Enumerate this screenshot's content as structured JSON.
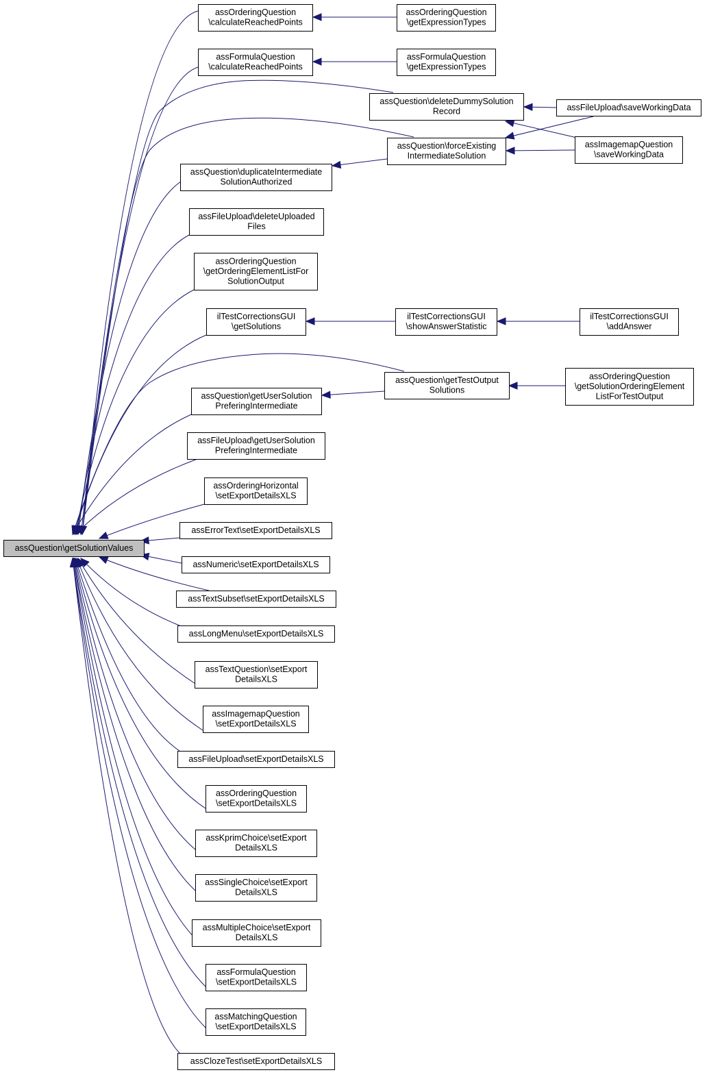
{
  "graph": {
    "root": "n0",
    "nodes": [
      {
        "id": "n0",
        "lines": [
          "assQuestion\\getSolutionValues"
        ],
        "highlighted": true
      },
      {
        "id": "n1",
        "lines": [
          "assOrderingQuestion",
          "\\calculateReachedPoints"
        ]
      },
      {
        "id": "n2",
        "lines": [
          "assOrderingQuestion",
          "\\getExpressionTypes"
        ]
      },
      {
        "id": "n3",
        "lines": [
          "assFormulaQuestion",
          "\\calculateReachedPoints"
        ]
      },
      {
        "id": "n4",
        "lines": [
          "assFormulaQuestion",
          "\\getExpressionTypes"
        ]
      },
      {
        "id": "n5",
        "lines": [
          "assQuestion\\deleteDummySolution",
          "Record"
        ]
      },
      {
        "id": "n6",
        "lines": [
          "assFileUpload\\saveWorkingData"
        ]
      },
      {
        "id": "n7",
        "lines": [
          "assImagemapQuestion",
          "\\saveWorkingData"
        ]
      },
      {
        "id": "n8",
        "lines": [
          "assQuestion\\forceExisting",
          "IntermediateSolution"
        ]
      },
      {
        "id": "n9",
        "lines": [
          "assQuestion\\duplicateIntermediate",
          "SolutionAuthorized"
        ]
      },
      {
        "id": "n10",
        "lines": [
          "assFileUpload\\deleteUploaded",
          "Files"
        ]
      },
      {
        "id": "n11",
        "lines": [
          "assOrderingQuestion",
          "\\getOrderingElementListFor",
          "SolutionOutput"
        ]
      },
      {
        "id": "n12",
        "lines": [
          "ilTestCorrectionsGUI",
          "\\getSolutions"
        ]
      },
      {
        "id": "n13",
        "lines": [
          "ilTestCorrectionsGUI",
          "\\showAnswerStatistic"
        ]
      },
      {
        "id": "n14",
        "lines": [
          "ilTestCorrectionsGUI",
          "\\addAnswer"
        ]
      },
      {
        "id": "n15",
        "lines": [
          "assQuestion\\getTestOutput",
          "Solutions"
        ]
      },
      {
        "id": "n16",
        "lines": [
          "assOrderingQuestion",
          "\\getSolutionOrderingElement",
          "ListForTestOutput"
        ]
      },
      {
        "id": "n17",
        "lines": [
          "assQuestion\\getUserSolution",
          "PreferingIntermediate"
        ]
      },
      {
        "id": "n18",
        "lines": [
          "assFileUpload\\getUserSolution",
          "PreferingIntermediate"
        ]
      },
      {
        "id": "n19",
        "lines": [
          "assOrderingHorizontal",
          "\\setExportDetailsXLS"
        ]
      },
      {
        "id": "n20",
        "lines": [
          "assErrorText\\setExportDetailsXLS"
        ]
      },
      {
        "id": "n21",
        "lines": [
          "assNumeric\\setExportDetailsXLS"
        ]
      },
      {
        "id": "n22",
        "lines": [
          "assTextSubset\\setExportDetailsXLS"
        ]
      },
      {
        "id": "n23",
        "lines": [
          "assLongMenu\\setExportDetailsXLS"
        ]
      },
      {
        "id": "n24",
        "lines": [
          "assTextQuestion\\setExport",
          "DetailsXLS"
        ]
      },
      {
        "id": "n25",
        "lines": [
          "assImagemapQuestion",
          "\\setExportDetailsXLS"
        ]
      },
      {
        "id": "n26",
        "lines": [
          "assFileUpload\\setExportDetailsXLS"
        ]
      },
      {
        "id": "n27",
        "lines": [
          "assOrderingQuestion",
          "\\setExportDetailsXLS"
        ]
      },
      {
        "id": "n28",
        "lines": [
          "assKprimChoice\\setExport",
          "DetailsXLS"
        ]
      },
      {
        "id": "n29",
        "lines": [
          "assSingleChoice\\setExport",
          "DetailsXLS"
        ]
      },
      {
        "id": "n30",
        "lines": [
          "assMultipleChoice\\setExport",
          "DetailsXLS"
        ]
      },
      {
        "id": "n31",
        "lines": [
          "assFormulaQuestion",
          "\\setExportDetailsXLS"
        ]
      },
      {
        "id": "n32",
        "lines": [
          "assMatchingQuestion",
          "\\setExportDetailsXLS"
        ]
      },
      {
        "id": "n33",
        "lines": [
          "assClozeTest\\setExportDetailsXLS"
        ]
      }
    ],
    "edges": [
      {
        "from": "n1",
        "to": "n0"
      },
      {
        "from": "n3",
        "to": "n0"
      },
      {
        "from": "n5",
        "to": "n0"
      },
      {
        "from": "n8",
        "to": "n0"
      },
      {
        "from": "n9",
        "to": "n0"
      },
      {
        "from": "n10",
        "to": "n0"
      },
      {
        "from": "n11",
        "to": "n0"
      },
      {
        "from": "n12",
        "to": "n0"
      },
      {
        "from": "n15",
        "to": "n0"
      },
      {
        "from": "n17",
        "to": "n0"
      },
      {
        "from": "n18",
        "to": "n0"
      },
      {
        "from": "n19",
        "to": "n0"
      },
      {
        "from": "n20",
        "to": "n0"
      },
      {
        "from": "n21",
        "to": "n0"
      },
      {
        "from": "n22",
        "to": "n0"
      },
      {
        "from": "n23",
        "to": "n0"
      },
      {
        "from": "n24",
        "to": "n0"
      },
      {
        "from": "n25",
        "to": "n0"
      },
      {
        "from": "n26",
        "to": "n0"
      },
      {
        "from": "n27",
        "to": "n0"
      },
      {
        "from": "n28",
        "to": "n0"
      },
      {
        "from": "n29",
        "to": "n0"
      },
      {
        "from": "n30",
        "to": "n0"
      },
      {
        "from": "n31",
        "to": "n0"
      },
      {
        "from": "n32",
        "to": "n0"
      },
      {
        "from": "n33",
        "to": "n0"
      },
      {
        "from": "n2",
        "to": "n1"
      },
      {
        "from": "n4",
        "to": "n3"
      },
      {
        "from": "n6",
        "to": "n5"
      },
      {
        "from": "n7",
        "to": "n5"
      },
      {
        "from": "n6",
        "to": "n8"
      },
      {
        "from": "n7",
        "to": "n8"
      },
      {
        "from": "n8",
        "to": "n9"
      },
      {
        "from": "n13",
        "to": "n12"
      },
      {
        "from": "n14",
        "to": "n13"
      },
      {
        "from": "n15",
        "to": "n17"
      },
      {
        "from": "n16",
        "to": "n15"
      }
    ]
  }
}
